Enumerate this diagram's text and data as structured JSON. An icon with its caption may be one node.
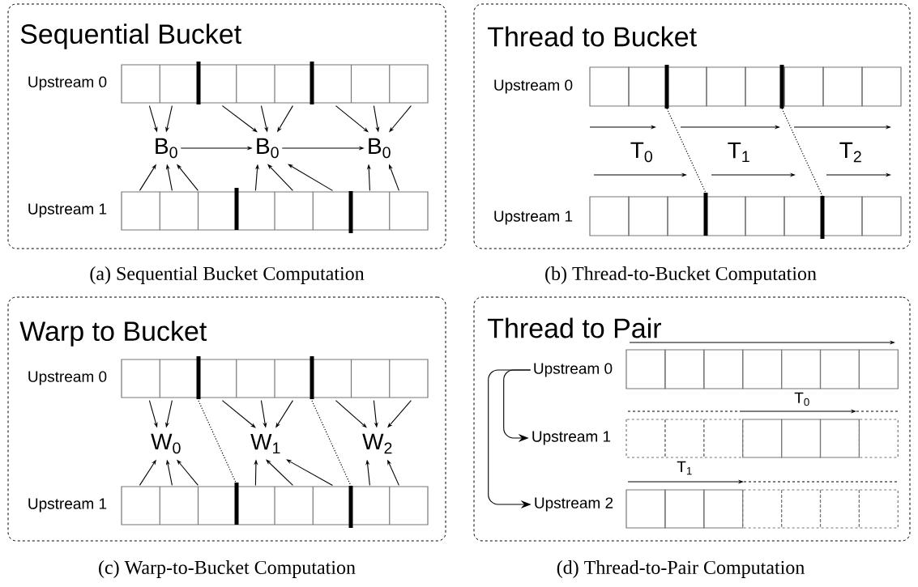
{
  "diagram": {
    "nodes": [
      {
        "text": [
          "Sequential Bucket"
        ],
        "beside": [
          "(a) Sequential Bucket Computation"
        ]
      },
      {
        "text": [],
        "shape": "bar",
        "in": 0,
        "beside": [
          "Upstream 0"
        ]
      },
      {
        "text": [
          "B$_{0}$"
        ],
        "in": 0
      },
      {
        "text": [
          "B$_{0}$"
        ],
        "in": 0
      },
      {
        "text": [
          "B$_{0}$"
        ],
        "in": 0
      },
      {
        "text": [],
        "shape": "bar",
        "in": 0,
        "beside": [
          "Upstream 1"
        ]
      },
      {
        "text": [
          "Thread to Bucket"
        ],
        "beside": [
          "(b) Thread-to-Bucket Computation"
        ]
      },
      {
        "text": [
          "Warp to Bucket"
        ],
        "beside": [
          "(c) Warp-to-Bucket Computation"
        ]
      },
      {
        "text": [],
        "shape": "bar",
        "in": 7,
        "beside": [
          "Upstream 0"
        ]
      },
      {
        "text": [
          "W$_{0}$"
        ],
        "in": 7
      },
      {
        "text": [
          "W$_{1}$"
        ],
        "in": 7
      },
      {
        "text": [
          "W$_{2}$"
        ],
        "in": 7
      },
      {
        "text": [],
        "shape": "bar",
        "in": 7,
        "beside": [
          "Upstream 1"
        ]
      },
      {
        "text": [
          "Thread to Pair"
        ],
        "beside": [
          "(d) Thread-to-Pair Computation"
        ]
      },
      {
        "text": [
          "Upstream 0"
        ],
        "in": 13
      },
      {
        "text": [
          "Upstream 1"
        ],
        "in": 13
      },
      {
        "text": [
          "Upstream 2"
        ],
        "in": 13
      }
    ],
    "edges": [
      {
        "from": 1,
        "to": 2,
        "arrow": "to"
      },
      {
        "from": 1,
        "to": 2,
        "arrow": "to"
      },
      {
        "from": 1,
        "to": 3,
        "arrow": "to"
      },
      {
        "from": 1,
        "to": 3,
        "arrow": "to"
      },
      {
        "from": 1,
        "to": 3,
        "arrow": "to"
      },
      {
        "from": 1,
        "to": 4,
        "arrow": "to"
      },
      {
        "from": 1,
        "to": 4,
        "arrow": "to"
      },
      {
        "from": 1,
        "to": 4,
        "arrow": "to"
      },
      {
        "from": 2,
        "to": 3,
        "arrow": "to"
      },
      {
        "from": 3,
        "to": 4,
        "arrow": "to"
      },
      {
        "from": 5,
        "to": 2,
        "arrow": "to"
      },
      {
        "from": 5,
        "to": 2,
        "arrow": "to"
      },
      {
        "from": 5,
        "to": 2,
        "arrow": "to"
      },
      {
        "from": 5,
        "to": 3,
        "arrow": "to"
      },
      {
        "from": 5,
        "to": 3,
        "arrow": "to"
      },
      {
        "from": 5,
        "to": 3,
        "arrow": "to"
      },
      {
        "from": 5,
        "to": 4,
        "arrow": "to"
      },
      {
        "from": 5,
        "to": 4,
        "arrow": "to"
      },
      {
        "from": 8,
        "to": 9,
        "arrow": "to"
      },
      {
        "from": 8,
        "to": 9,
        "arrow": "to"
      },
      {
        "from": 8,
        "to": 10,
        "arrow": "to"
      },
      {
        "from": 8,
        "to": 10,
        "arrow": "to"
      },
      {
        "from": 8,
        "to": 10,
        "arrow": "to"
      },
      {
        "from": 8,
        "to": 11,
        "arrow": "to"
      },
      {
        "from": 8,
        "to": 11,
        "arrow": "to"
      },
      {
        "from": 8,
        "to": 11,
        "arrow": "to"
      },
      {
        "from": 12,
        "to": 9,
        "arrow": "to"
      },
      {
        "from": 12,
        "to": 9,
        "arrow": "to"
      },
      {
        "from": 12,
        "to": 9,
        "arrow": "to"
      },
      {
        "from": 12,
        "to": 10,
        "arrow": "to"
      },
      {
        "from": 12,
        "to": 10,
        "arrow": "to"
      },
      {
        "from": 12,
        "to": 10,
        "arrow": "to"
      },
      {
        "from": 12,
        "to": 11,
        "arrow": "to"
      },
      {
        "from": 12,
        "to": 11,
        "arrow": "to"
      },
      {
        "from": 14,
        "to": 15,
        "arrow": "to"
      },
      {
        "from": 14,
        "to": 16,
        "arrow": "to"
      }
    ],
    "labels": [
      "Upstream 0",
      "Upstream 1",
      "T$_{0}$",
      "T$_{1}$",
      "T$_{2}$",
      "T$_{0}$",
      "T$_{1}$"
    ]
  }
}
